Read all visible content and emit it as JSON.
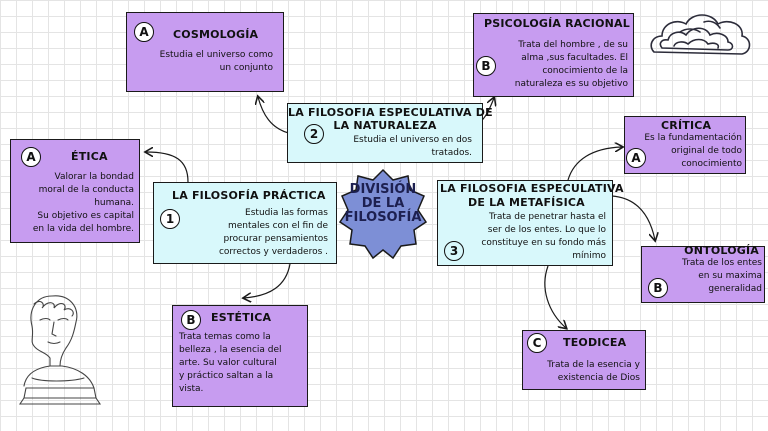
{
  "center": {
    "lines": [
      "DIVISIÓN",
      "DE LA",
      "FILOSOFÍA"
    ]
  },
  "nodes": {
    "practica": {
      "title": "LA FILOSOFÍA PRÁCTICA",
      "badge": "1",
      "desc_lines": [
        "Estudia las formas",
        "mentales con el fin de",
        "procurar pensamientos",
        "correctos y verdaderos ."
      ]
    },
    "naturaleza": {
      "title_lines": [
        "LA FILOSOFIA ESPECULATIVA DE",
        "LA NATURALEZA"
      ],
      "badge": "2",
      "desc_lines": [
        "Estudia el universo en dos",
        "tratados."
      ]
    },
    "metafisica": {
      "title_lines": [
        "LA FILOSOFIA ESPECULATIVA",
        "DE LA METAFÍSICA"
      ],
      "badge": "3",
      "desc_lines": [
        "Trata de penetrar hasta el",
        "ser de los entes.  Lo que lo",
        "constituye  en su fondo más",
        "mínimo"
      ]
    },
    "cosmologia": {
      "title": "COSMOLOGÍA",
      "badge": "A",
      "desc_lines": [
        "Estudia el universo como",
        "un conjunto"
      ]
    },
    "psicologia": {
      "title": "PSICOLOGÍA RACIONAL",
      "badge": "B",
      "desc_lines": [
        "Trata del hombre , de su",
        "alma    ,sus facultades. El",
        "conocimiento de la",
        "naturaleza es su objetivo"
      ]
    },
    "etica": {
      "title": "ÉTICA",
      "badge": "A",
      "desc_lines": [
        "Valorar la bondad",
        "moral de la conducta",
        "humana.",
        "Su objetivo es capital",
        "en la vida del hombre."
      ]
    },
    "estetica": {
      "title": "ESTÉTICA",
      "badge": "B",
      "desc_lines": [
        "Trata temas como la",
        "belleza , la esencia del",
        "arte. Su valor cultural",
        "y práctico saltan a  la",
        "vista."
      ]
    },
    "critica": {
      "title": "CRÍTICA",
      "badge": "A",
      "desc_lines": [
        "Es la fundamentación",
        "original de todo",
        "conocimiento"
      ]
    },
    "ontologia": {
      "title": "ONTOLOGÍA",
      "badge": "B",
      "desc_lines": [
        "Trata de los entes",
        "en su maxima",
        "generalidad"
      ]
    },
    "teodicea": {
      "title": "TEODICEA",
      "badge": "C",
      "desc_lines": [
        "Trata de la esencia y",
        "existencia de Dios"
      ]
    }
  },
  "colors": {
    "purple_box": "#c79cf0",
    "cyan_box": "#d8f8fb",
    "center_star": "#7d8fd6",
    "center_text": "#1d2050",
    "grid": "#e4e4e4"
  },
  "decorations": [
    "cloud-doodle",
    "statue-bust-sketch"
  ]
}
